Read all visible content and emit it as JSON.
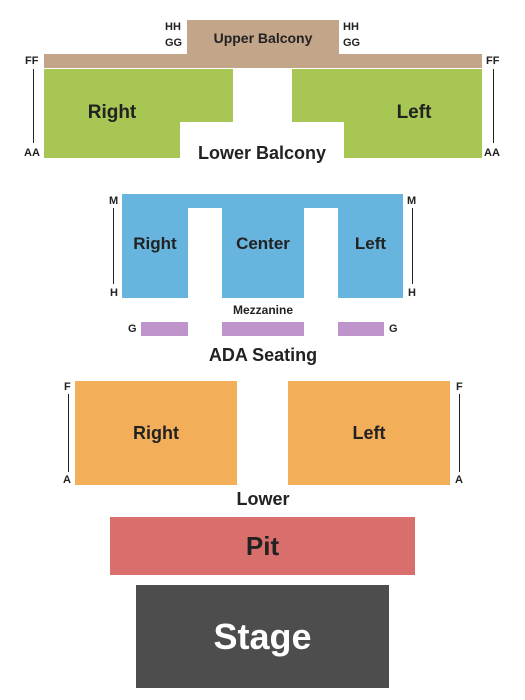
{
  "colors": {
    "upper_balcony": "#c3a68a",
    "lower_balcony": "#a8c653",
    "mezzanine": "#67b4de",
    "ada": "#bf93cc",
    "lower": "#f3ae5a",
    "pit": "#d96f6c",
    "stage": "#4d4d4d"
  },
  "upper_balcony": {
    "label": "Upper Balcony",
    "rows": {
      "hh_left": "HH",
      "gg_left": "GG",
      "hh_right": "HH",
      "gg_right": "GG"
    }
  },
  "lower_balcony": {
    "label": "Lower Balcony",
    "right_label": "Right",
    "left_label": "Left",
    "rows": {
      "ff_left": "FF",
      "aa_left": "AA",
      "ff_right": "FF",
      "aa_right": "AA"
    }
  },
  "mezzanine": {
    "label": "Mezzanine",
    "right_label": "Right",
    "center_label": "Center",
    "left_label": "Left",
    "rows": {
      "m_left": "M",
      "h_left": "H",
      "m_right": "M",
      "h_right": "H",
      "g_left": "G",
      "g_right": "G"
    }
  },
  "ada": {
    "label": "ADA Seating"
  },
  "lower": {
    "label": "Lower",
    "right_label": "Right",
    "left_label": "Left",
    "rows": {
      "f_left": "F",
      "a_left": "A",
      "f_right": "F",
      "a_right": "A"
    }
  },
  "pit": {
    "label": "Pit"
  },
  "stage": {
    "label": "Stage"
  }
}
